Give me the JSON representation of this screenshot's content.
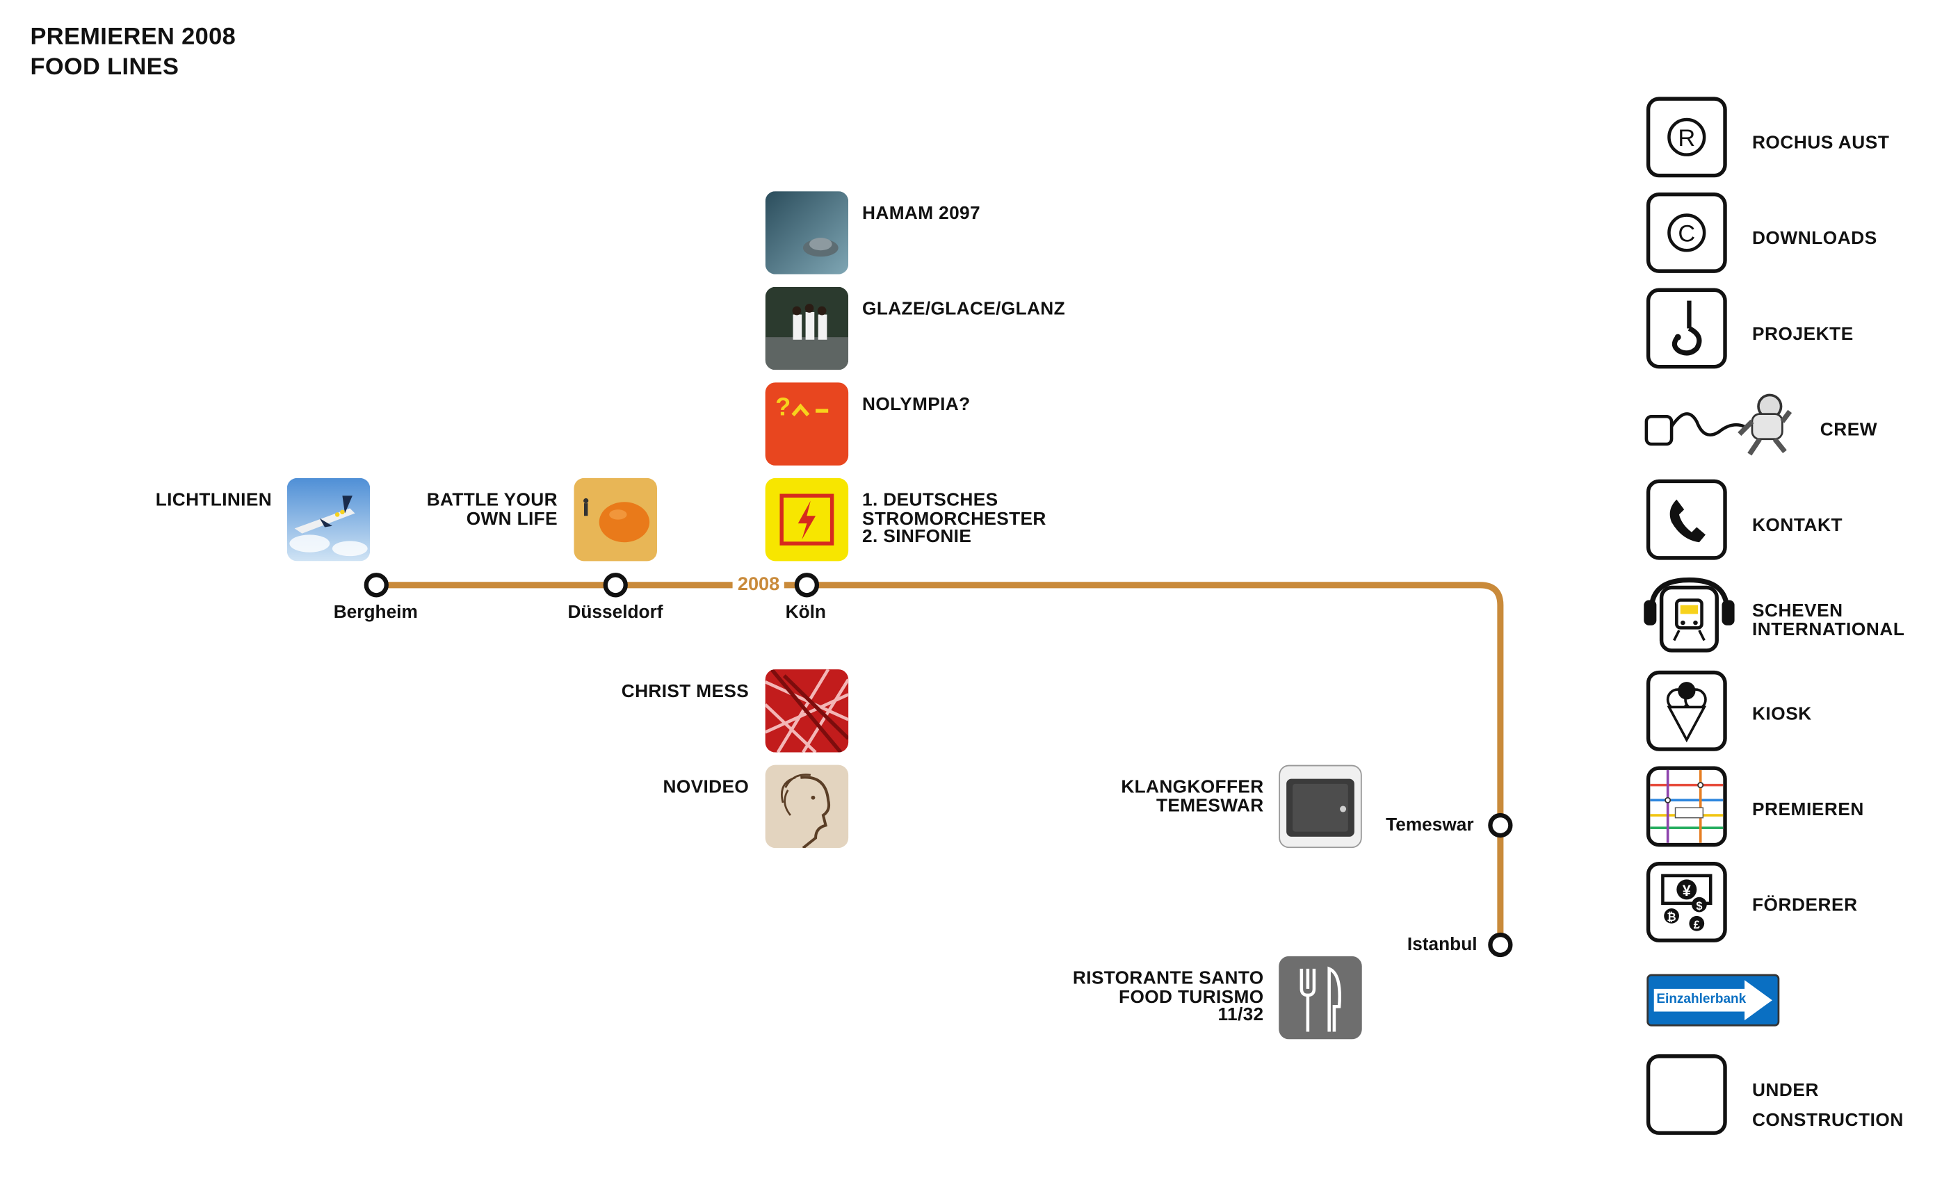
{
  "header": {
    "line1": "PREMIEREN 2008",
    "line2": "FOOD LINES"
  },
  "map": {
    "line_color": "#c98a3a",
    "year_label": "2008",
    "stations": {
      "bergheim": "Bergheim",
      "duesseldorf": "Düsseldorf",
      "koeln": "Köln",
      "temeswar": "Temeswar",
      "istanbul": "Istanbul"
    }
  },
  "premieres": {
    "hamam": "HAMAM 2097",
    "glaze": "GLAZE/GLACE/GLANZ",
    "nolympia": "NOLYMPIA?",
    "strom": "1. DEUTSCHES\nSTROMORCHESTER\n2. SINFONIE",
    "lichtlinien": "LICHTLINIEN",
    "battle": "BATTLE YOUR\nOWN LIFE",
    "christ": "CHRIST MESS",
    "novideo": "NOVIDEO",
    "klangkoffer": "KLANGKOFFER\nTEMESWAR",
    "ristorante": "RISTORANTE SANTO\nFOOD TURISMO\n11/32"
  },
  "nav": {
    "rochus": {
      "label": "ROCHUS AUST",
      "icon": "registered-icon"
    },
    "downloads": {
      "label": "DOWNLOADS",
      "icon": "copyright-icon"
    },
    "projekte": {
      "label": "PROJEKTE",
      "icon": "hook-icon"
    },
    "crew": {
      "label": "CREW",
      "icon": "astronaut-icon"
    },
    "kontakt": {
      "label": "KONTAKT",
      "icon": "phone-icon"
    },
    "scheven": {
      "label": "SCHEVEN\nINTERNATIONAL",
      "icon": "headphones-train-icon"
    },
    "kiosk": {
      "label": "KIOSK",
      "icon": "ice-cream-icon"
    },
    "premieren": {
      "label": "PREMIEREN",
      "icon": "transit-map-icon"
    },
    "foerderer": {
      "label": "FÖRDERER",
      "icon": "currency-icon"
    },
    "einzahlerbank": {
      "label": "Einzahlerbank",
      "color": "#0a6fc2"
    },
    "under": {
      "label": "UNDER\nCONSTRUCTION"
    }
  }
}
